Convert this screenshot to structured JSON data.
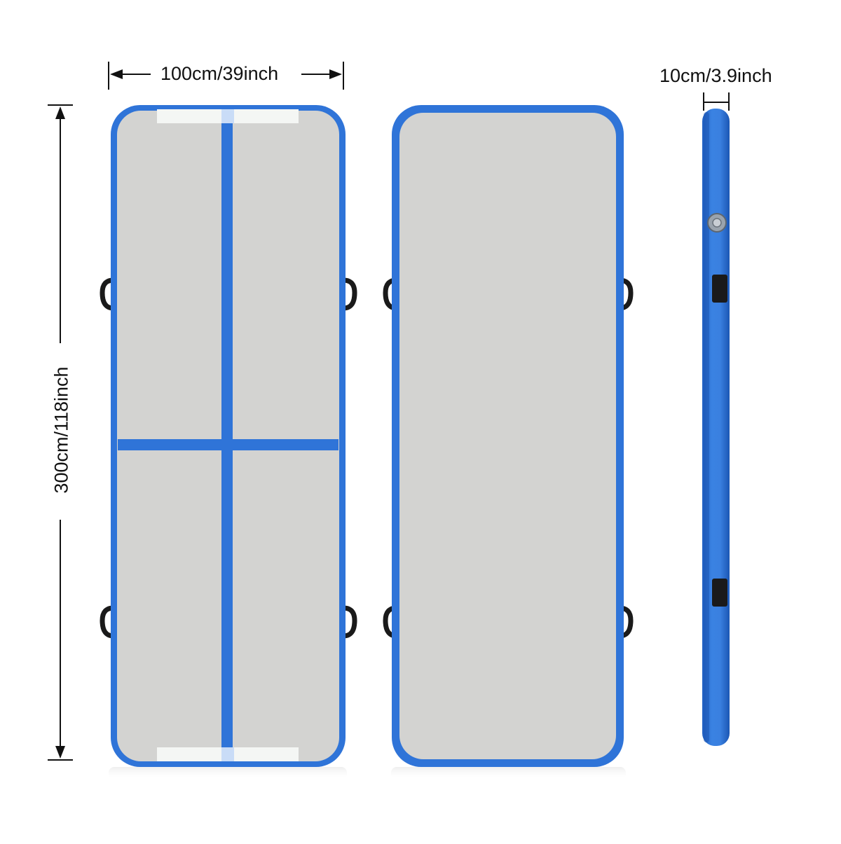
{
  "dimensions": {
    "width": "100cm/39inch",
    "length": "300cm/118inch",
    "thickness": "10cm/3.9inch"
  },
  "colors": {
    "mat_blue": "#2f74d8",
    "mat_blue_dark": "#1f5fc2",
    "surface_gray": "#d3d3d1",
    "handle_black": "#1a1a1a",
    "tape_white": "#f2f4f2",
    "label_text": "#111111"
  },
  "views": [
    "top-view-marked",
    "top-view-plain",
    "side-view"
  ]
}
